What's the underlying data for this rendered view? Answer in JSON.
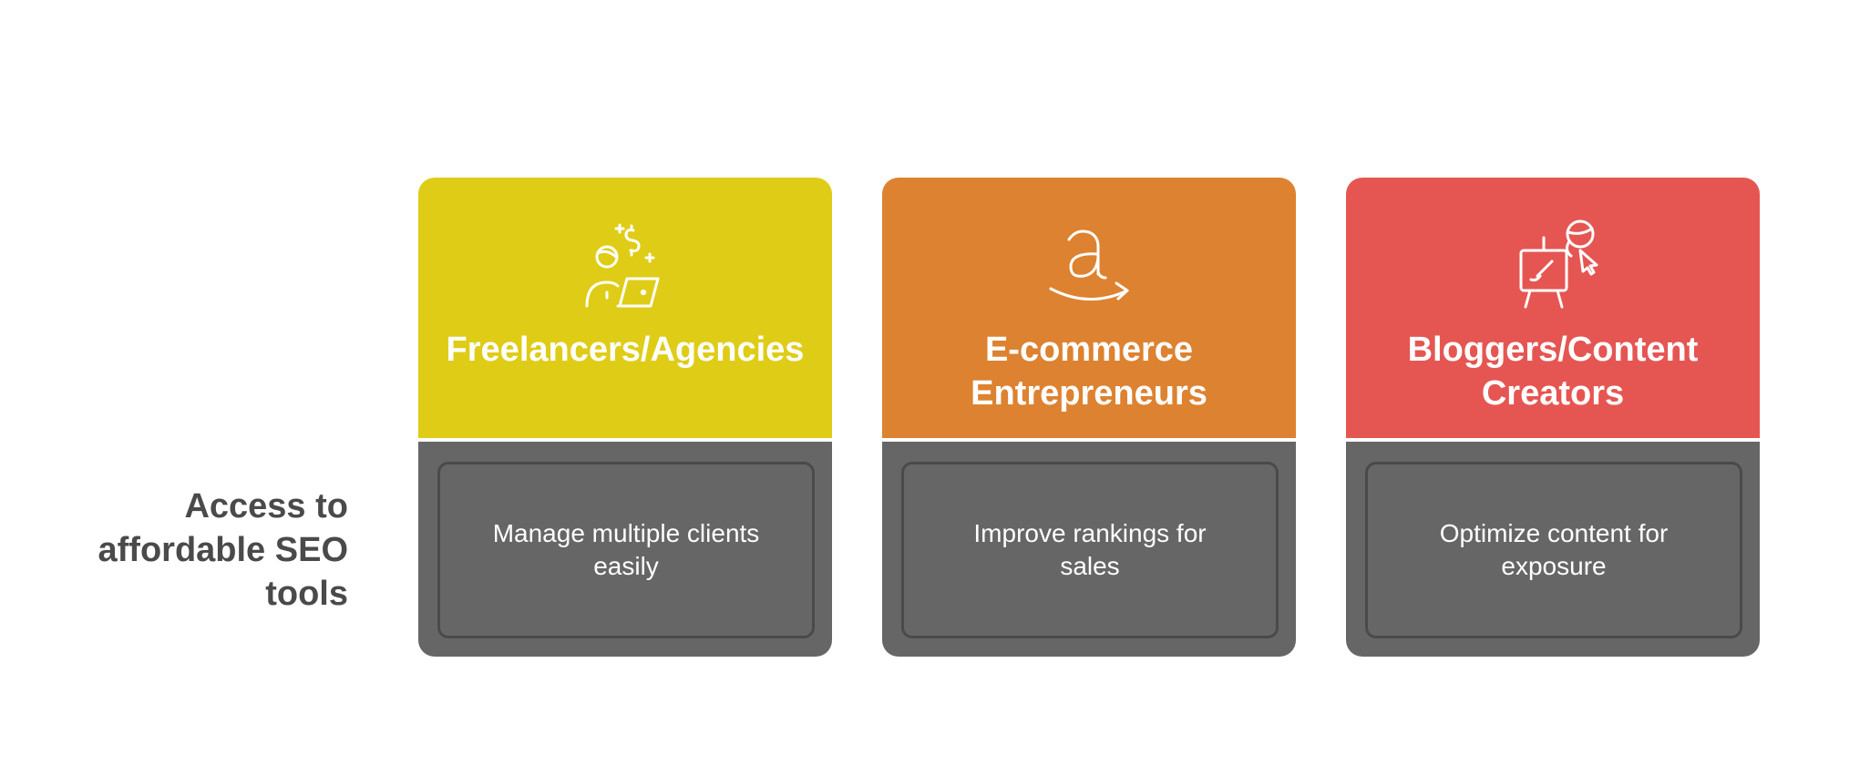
{
  "row_label": "Access to affordable SEO tools",
  "colors": {
    "card1": "#dfcc17",
    "card2": "#dd8230",
    "card3": "#e55653",
    "bottom": "#666666",
    "label": "#4a4a4a"
  },
  "cards": [
    {
      "icon": "freelancer-laptop-dollar-icon",
      "title": "Freelancers/Agencies",
      "description": "Manage multiple clients easily"
    },
    {
      "icon": "amazon-logo-icon",
      "title": "E-commerce Entrepreneurs",
      "description": "Improve rankings for sales"
    },
    {
      "icon": "easel-creator-icon",
      "title": "Bloggers/Content Creators",
      "description": "Optimize content for exposure"
    }
  ]
}
